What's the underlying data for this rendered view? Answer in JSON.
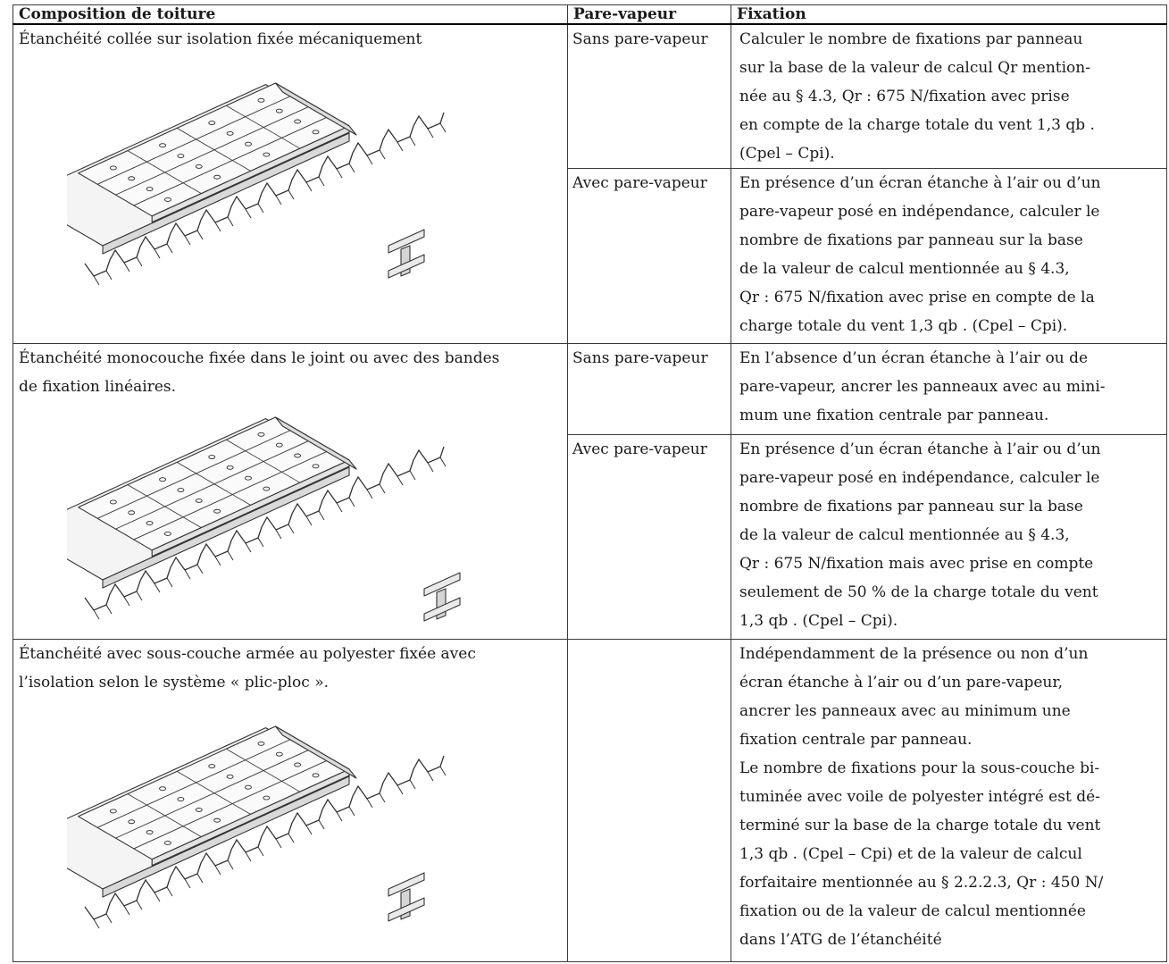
{
  "headers": {
    "composition": "Composition de toiture",
    "pare_vapeur": "Pare-vapeur",
    "fixation": "Fixation"
  },
  "rows": [
    {
      "composition": "Étanchéité collée sur isolation fixée mécaniquement",
      "figure_icon": "roof-build-up-illustration-icon",
      "sub": [
        {
          "pare_vapeur": "Sans pare-vapeur",
          "lines": [
            "Calculer le nombre de fixations par panneau",
            "sur la base de la valeur de calcul Qr mention-",
            "née au § 4.3, Qr : 675 N/fixation avec prise",
            "en compte de la charge totale du vent 1,3 qb .",
            "(Cpel – Cpi)."
          ]
        },
        {
          "pare_vapeur": "Avec pare-vapeur",
          "lines": [
            "En présence d’un écran étanche à l’air ou d’un",
            "pare-vapeur posé en indépendance, calculer le",
            "nombre de fixations par panneau sur la base",
            "de la valeur de calcul mentionnée au § 4.3,",
            "Qr : 675 N/fixation avec prise en compte de la",
            "charge totale du vent 1,3 qb . (Cpel – Cpi)."
          ]
        }
      ]
    },
    {
      "composition_lines": [
        "Étanchéité monocouche fixée dans le joint ou avec des bandes",
        "de fixation linéaires."
      ],
      "figure_icon": "roof-build-up-illustration-icon",
      "sub": [
        {
          "pare_vapeur": "Sans pare-vapeur",
          "lines": [
            "En l’absence d’un écran étanche à l’air ou de",
            "pare-vapeur, ancrer les panneaux avec au mini-",
            "mum une fixation centrale par panneau."
          ]
        },
        {
          "pare_vapeur": "Avec pare-vapeur",
          "lines": [
            "En présence d’un écran étanche à l’air ou d’un",
            "pare-vapeur posé en indépendance, calculer le",
            "nombre de fixations par panneau sur la base",
            "de la valeur de calcul mentionnée au § 4.3,",
            "Qr : 675 N/fixation mais avec prise en compte",
            "seulement de 50 % de la charge totale du vent",
            "1,3 qb . (Cpel – Cpi)."
          ]
        }
      ]
    },
    {
      "composition_lines": [
        "Étanchéité avec sous-couche armée au polyester fixée avec",
        "l’isolation selon le système « plic-ploc »."
      ],
      "figure_icon": "roof-build-up-illustration-icon",
      "sub": [
        {
          "pare_vapeur": "",
          "lines": [
            "Indépendamment de la présence ou non d’un",
            "écran étanche à l’air ou d’un pare-vapeur,",
            "ancrer les panneaux avec au minimum une",
            "fixation centrale par panneau.",
            "Le nombre de fixations pour la sous-couche bi-",
            "tuminée avec voile de polyester intégré est dé-",
            "terminé sur la base de la charge totale du vent",
            "1,3 qb . (Cpel – Cpi) et de la valeur de calcul",
            "forfaitaire mentionnée au § 2.2.2.3, Qr : 450 N/",
            "fixation ou de la valeur de calcul mentionnée",
            "dans l’ATG de l’étanchéité"
          ]
        }
      ]
    }
  ]
}
